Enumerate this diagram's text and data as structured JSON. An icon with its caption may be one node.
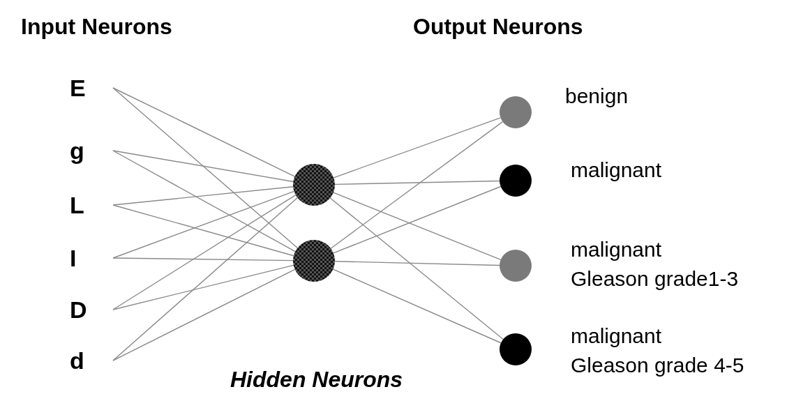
{
  "diagram": {
    "nodes": [
      {
        "text": [
          "E"
        ]
      },
      {
        "text": [
          "g"
        ]
      },
      {
        "text": [
          "L"
        ]
      },
      {
        "text": [
          "I"
        ]
      },
      {
        "text": [
          "D"
        ]
      },
      {
        "text": [
          "d"
        ]
      },
      {
        "text": [],
        "shape": "circle"
      },
      {
        "text": [],
        "shape": "circle"
      },
      {
        "text": [],
        "shape": "circle",
        "beside": [
          "benign"
        ]
      },
      {
        "text": [],
        "shape": "circle",
        "beside": [
          "malignant"
        ]
      },
      {
        "text": [],
        "shape": "circle",
        "beside": [
          "malignant",
          "Gleason grade1-3"
        ]
      },
      {
        "text": [],
        "shape": "circle",
        "beside": [
          "malignant",
          "Gleason grade 4-5"
        ]
      }
    ],
    "edges": [
      {
        "from": 0,
        "to": 6,
        "arrow": "none"
      },
      {
        "from": 0,
        "to": 7,
        "arrow": "none"
      },
      {
        "from": 1,
        "to": 6,
        "arrow": "none"
      },
      {
        "from": 1,
        "to": 7,
        "arrow": "none"
      },
      {
        "from": 2,
        "to": 6,
        "arrow": "none"
      },
      {
        "from": 2,
        "to": 7,
        "arrow": "none"
      },
      {
        "from": 3,
        "to": 6,
        "arrow": "none"
      },
      {
        "from": 3,
        "to": 7,
        "arrow": "none"
      },
      {
        "from": 4,
        "to": 6,
        "arrow": "none"
      },
      {
        "from": 4,
        "to": 7,
        "arrow": "none"
      },
      {
        "from": 5,
        "to": 6,
        "arrow": "none"
      },
      {
        "from": 5,
        "to": 7,
        "arrow": "none"
      },
      {
        "from": 6,
        "to": 8,
        "arrow": "none"
      },
      {
        "from": 6,
        "to": 9,
        "arrow": "none"
      },
      {
        "from": 6,
        "to": 10,
        "arrow": "none"
      },
      {
        "from": 6,
        "to": 11,
        "arrow": "none"
      },
      {
        "from": 7,
        "to": 8,
        "arrow": "none"
      },
      {
        "from": 7,
        "to": 9,
        "arrow": "none"
      },
      {
        "from": 7,
        "to": 10,
        "arrow": "none"
      },
      {
        "from": 7,
        "to": 11,
        "arrow": "none"
      }
    ],
    "labels": [
      "Input Neurons",
      "Output Neurons",
      "Hidden Neurons"
    ]
  }
}
